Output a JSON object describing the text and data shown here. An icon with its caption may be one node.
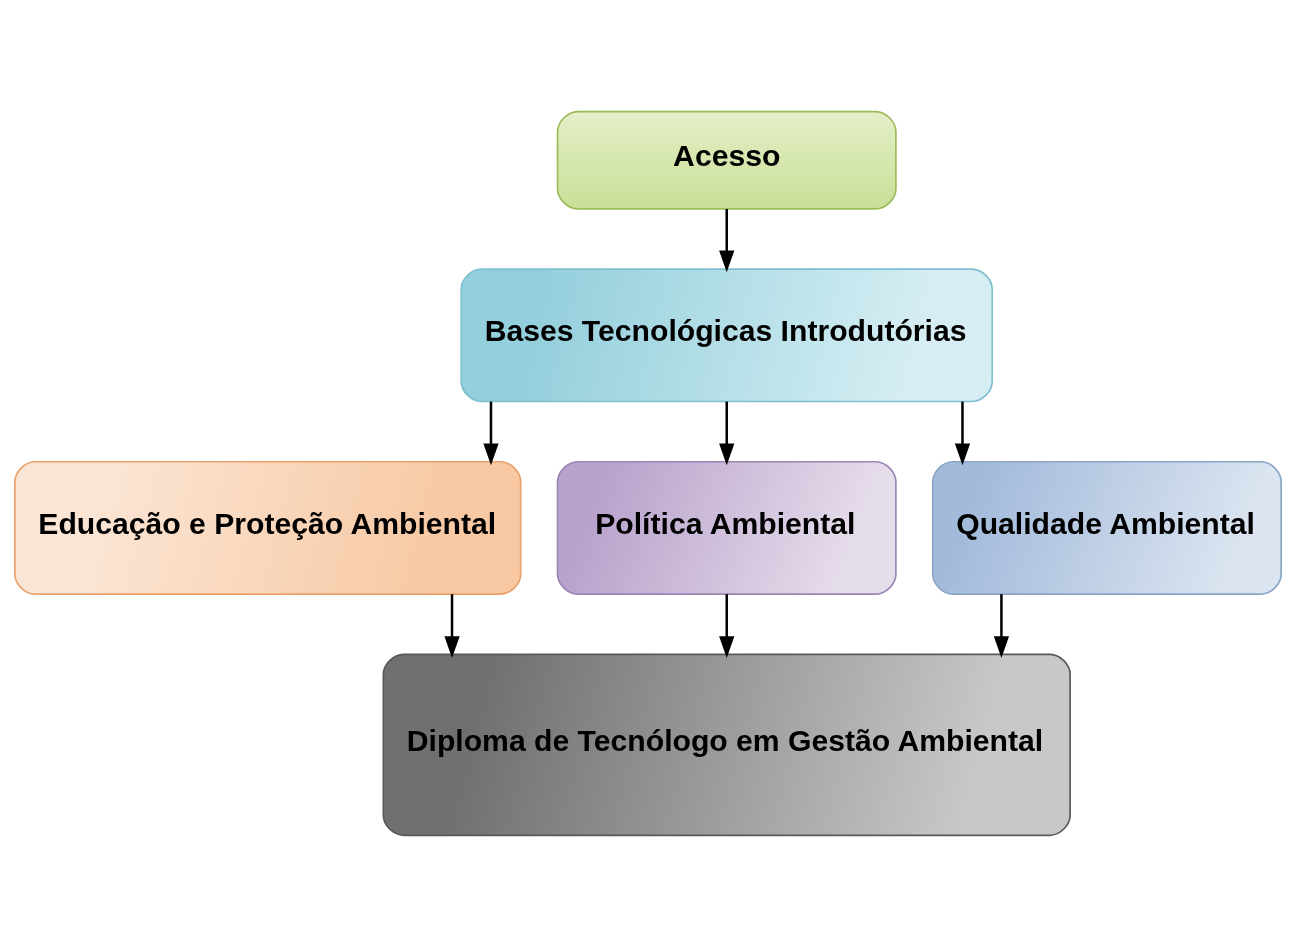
{
  "diagram": {
    "nodes": [
      {
        "text": [
          "Acesso"
        ]
      },
      {
        "text": [
          "Bases Tecnológicas Introdutórias"
        ]
      },
      {
        "text": [
          "Educação e Proteção Ambiental"
        ]
      },
      {
        "text": [
          "Política Ambiental"
        ]
      },
      {
        "text": [
          "Qualidade Ambiental"
        ]
      },
      {
        "text": [
          "Diploma de Tecnólogo em Gestão Ambiental"
        ]
      }
    ],
    "edges": [
      {
        "from": 0,
        "to": 1,
        "arrow": "to"
      },
      {
        "from": 1,
        "to": 2,
        "arrow": "to"
      },
      {
        "from": 1,
        "to": 3,
        "arrow": "to"
      },
      {
        "from": 1,
        "to": 4,
        "arrow": "to"
      },
      {
        "from": 2,
        "to": 5,
        "arrow": "to"
      },
      {
        "from": 3,
        "to": 5,
        "arrow": "to"
      },
      {
        "from": 4,
        "to": 5,
        "arrow": "to"
      }
    ]
  }
}
